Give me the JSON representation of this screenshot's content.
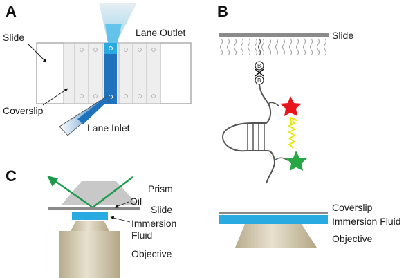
{
  "panels": {
    "a": {
      "letter": "A",
      "slide_label": "Slide",
      "coverslip_label": "Coverslip",
      "outlet_label": "Lane Outlet",
      "inlet_label": "Lane Inlet"
    },
    "b": {
      "letter": "B",
      "slide_label": "Slide",
      "biotin_label": "B",
      "coverslip_label": "Coverslip",
      "immersion_label": "Immersion Fluid",
      "objective_label": "Objective"
    },
    "c": {
      "letter": "C",
      "prism_label": "Prism",
      "oil_label": "Oil",
      "slide_label": "Slide",
      "immersion_label_line1": "Immersion",
      "immersion_label_line2": "Fluid",
      "objective_label": "Objective"
    }
  },
  "colors": {
    "slide": "#8a8a8a",
    "lane": "#1f73bd",
    "lane_light": "#5cc0ea",
    "immersion": "#29abe2",
    "objective": "#cdc2a6",
    "prism": "#c8c8c8",
    "laser": "#1a9a4a",
    "red_dye": "#e8141b",
    "green_dye": "#28a845",
    "fret": "#e6e600"
  }
}
